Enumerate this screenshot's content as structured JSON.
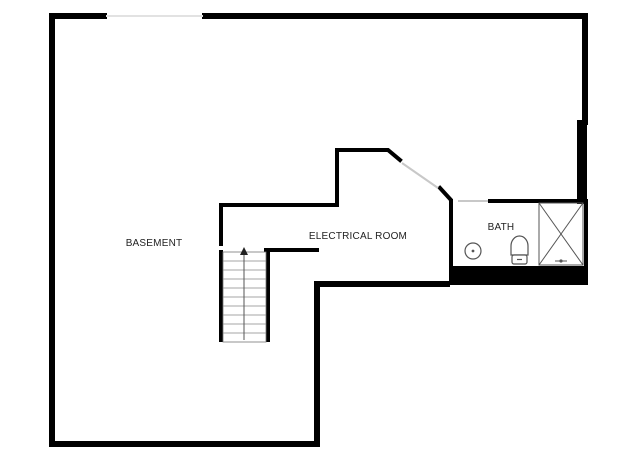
{
  "rooms": {
    "basement": "BASEMENT",
    "electrical": "ELECTRICAL ROOM",
    "bath": "BATH"
  },
  "colors": {
    "wall": "#000000",
    "fixture": "#555555",
    "opening": "#c8c8c8",
    "background": "#ffffff"
  },
  "fixtures": [
    "sink-icon",
    "toilet-icon",
    "shower-icon",
    "stairs"
  ]
}
